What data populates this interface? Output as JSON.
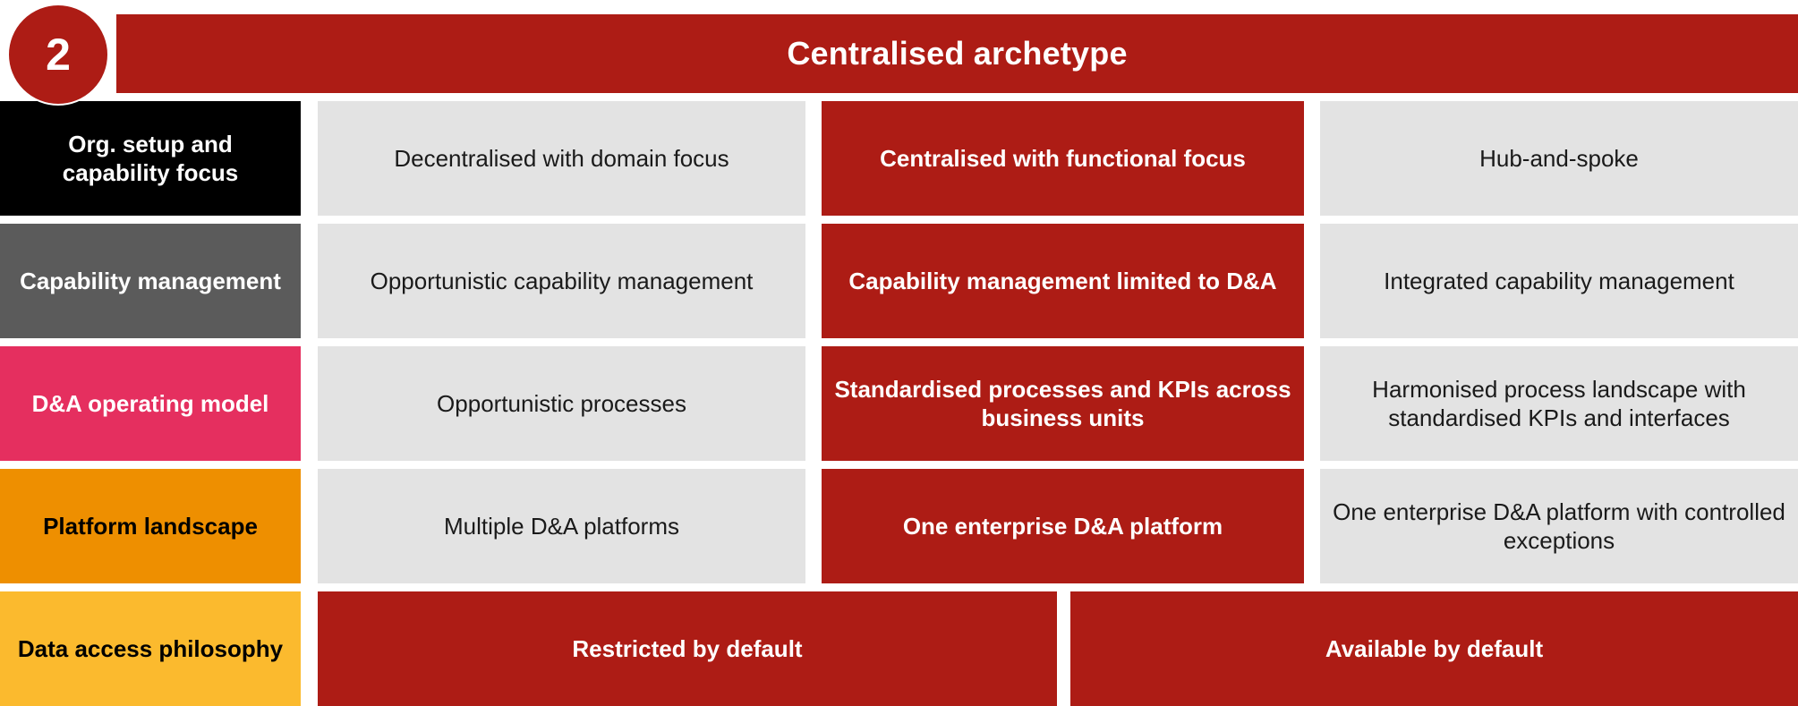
{
  "header": {
    "badge_number": "2",
    "title": "Centralised archetype",
    "accent_color": "#AD1C15"
  },
  "colors": {
    "red": "#AD1C15",
    "black": "#000000",
    "gray": "#5B5B5B",
    "pink": "#E52F5F",
    "orange": "#EE8F00",
    "amber": "#FBBA2E",
    "light": "#E3E3E3"
  },
  "rows": [
    {
      "label": "Org. setup and capability focus",
      "label_fill": "fill-black",
      "cells": [
        {
          "text": "Decentralised with domain focus",
          "fill": "fill-light",
          "highlight": false
        },
        {
          "text": "Centralised with functional focus",
          "fill": "fill-red",
          "highlight": true
        },
        {
          "text": "Hub-and-spoke",
          "fill": "fill-light",
          "highlight": false
        }
      ]
    },
    {
      "label": "Capability management",
      "label_fill": "fill-gray",
      "cells": [
        {
          "text": "Opportunistic capability management",
          "fill": "fill-light",
          "highlight": false
        },
        {
          "text": "Capability management limited to D&A",
          "fill": "fill-red",
          "highlight": true
        },
        {
          "text": "Integrated capability management",
          "fill": "fill-light",
          "highlight": false
        }
      ]
    },
    {
      "label": "D&A operating model",
      "label_fill": "fill-pink",
      "cells": [
        {
          "text": "Opportunistic processes",
          "fill": "fill-light",
          "highlight": false
        },
        {
          "text": "Standardised processes and KPIs across business units",
          "fill": "fill-red",
          "highlight": true
        },
        {
          "text": "Harmonised process landscape with standardised KPIs and interfaces",
          "fill": "fill-light",
          "highlight": false
        }
      ]
    },
    {
      "label": "Platform landscape",
      "label_fill": "fill-orange",
      "cells": [
        {
          "text": "Multiple D&A platforms",
          "fill": "fill-light",
          "highlight": false
        },
        {
          "text": "One enterprise D&A platform",
          "fill": "fill-red",
          "highlight": true
        },
        {
          "text": "One enterprise D&A platform with controlled exceptions",
          "fill": "fill-light",
          "highlight": false
        }
      ]
    },
    {
      "label": "Data access philosophy",
      "label_fill": "fill-amber",
      "wide_cells": [
        {
          "text": "Restricted by default",
          "fill": "fill-red",
          "highlight": true
        },
        {
          "text": "Available by default",
          "fill": "fill-red",
          "highlight": true
        }
      ]
    }
  ]
}
